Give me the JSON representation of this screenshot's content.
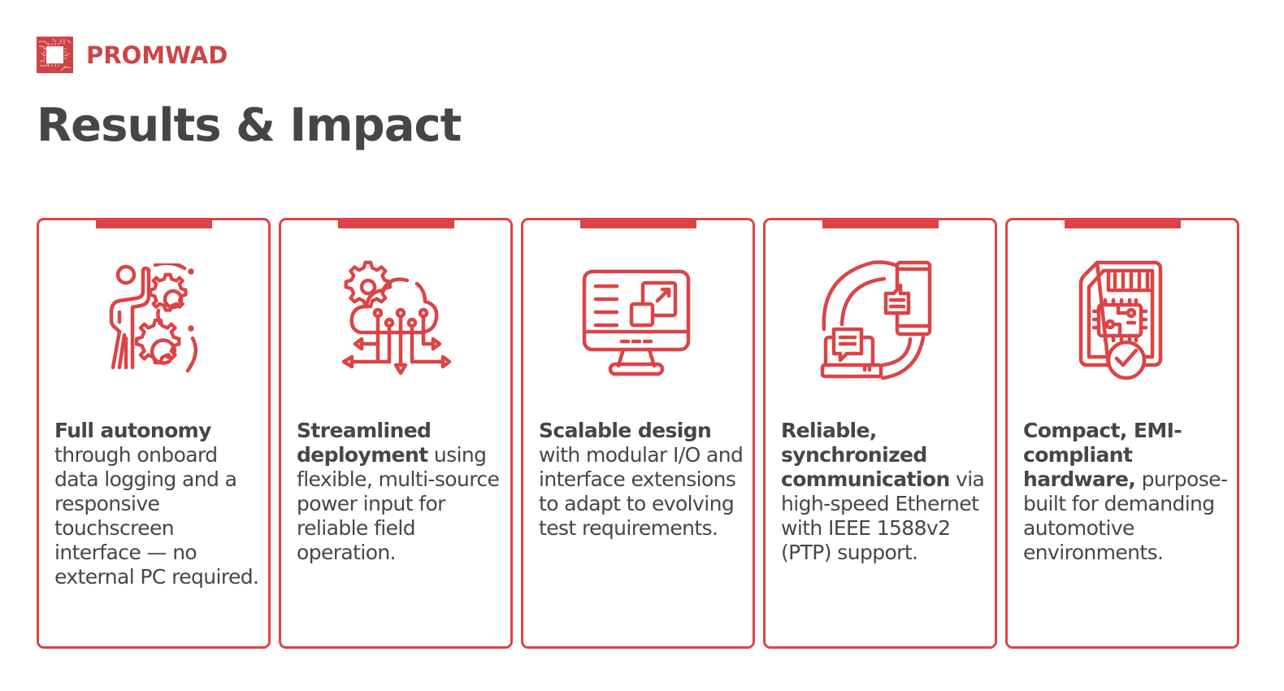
{
  "brand": {
    "name": "PROMWAD",
    "logo_icon": "circuit-chip-icon",
    "accent_color": "#db4446",
    "text_color": "#464646"
  },
  "page": {
    "title": "Results & Impact"
  },
  "cards": [
    {
      "icon": "person-with-gears-icon",
      "bold": "Full autonomy",
      "text": " through onboard data logging and a responsive touchscreen interface — no external PC required."
    },
    {
      "icon": "cloud-gear-network-icon",
      "bold": "Streamlined deployment",
      "text": " using flexible, multi-source power input for reliable field operation."
    },
    {
      "icon": "monitor-scale-icon",
      "bold": "Scalable design",
      "text": " with modular I/O and interface extensions to adapt to evolving test requirements."
    },
    {
      "icon": "laptop-phone-sync-icon",
      "bold": "Reliable, synchronized communication",
      "text": " via high-speed Ethernet with IEEE 1588v2 (PTP) support."
    },
    {
      "icon": "sd-card-chip-check-icon",
      "bold": "Compact, EMI-compliant hardware,",
      "text": " purpose-built for demanding automotive environments."
    }
  ]
}
